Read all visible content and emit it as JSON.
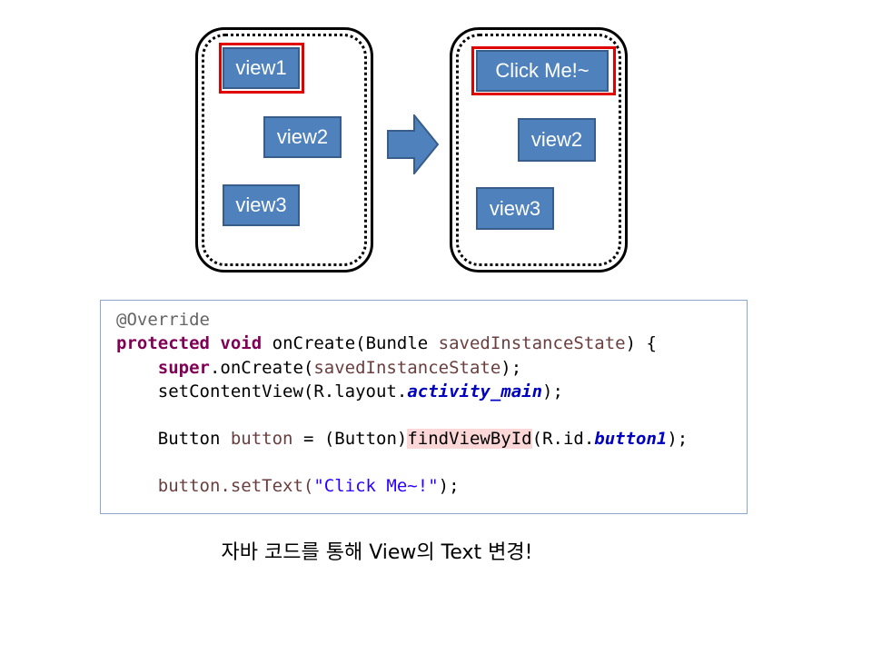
{
  "before": {
    "views": [
      "view1",
      "view2",
      "view3"
    ]
  },
  "after": {
    "views": [
      "Click Me!~",
      "view2",
      "view3"
    ]
  },
  "colors": {
    "view_fill": "#4f81bd",
    "view_border": "#385d8a",
    "highlight": "#e00000",
    "arrow": "#4f81bd"
  },
  "code": {
    "annotation": "@Override",
    "line2_kw1": "protected",
    "line2_kw2": "void",
    "line2_method": "onCreate(Bundle",
    "line2_param": "savedInstanceState",
    "line2_end": ") {",
    "line3_kw": "super",
    "line3_mid": ".onCreate(",
    "line3_param": "savedInstanceState",
    "line3_end": ");",
    "line4_start": "setContentView(R.layout.",
    "line4_field": "activity_main",
    "line4_end": ");",
    "line5_type": "Button",
    "line5_var": "button",
    "line5_mid": "= (Button)",
    "line5_method": "findViewById",
    "line5_mid2": "(R.id.",
    "line5_field": "button1",
    "line5_end": ");",
    "line6_start": "button.setText(",
    "line6_string": "\"Click Me~!\"",
    "line6_end": ");"
  },
  "caption": "자바 코드를 통해 View의 Text 변경!"
}
